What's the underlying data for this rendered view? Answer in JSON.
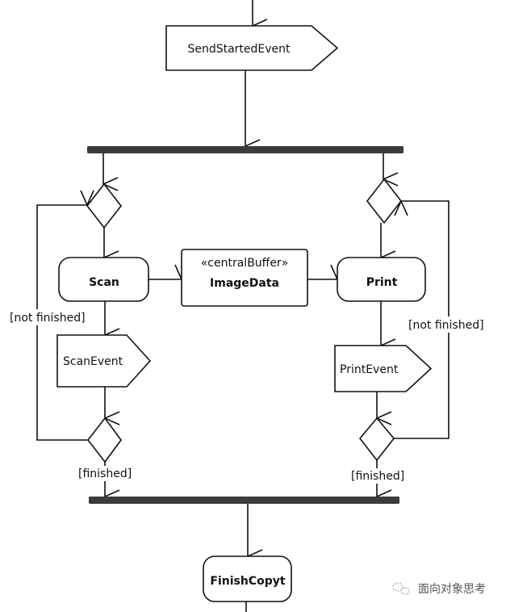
{
  "diagram": {
    "type": "UML activity diagram",
    "nodes": {
      "send_started_event": {
        "label": "SendStartedEvent",
        "kind": "send-signal"
      },
      "fork": {
        "kind": "fork"
      },
      "scan_merge": {
        "kind": "merge"
      },
      "scan": {
        "label": "Scan",
        "kind": "action"
      },
      "image_data": {
        "stereotype": "«centralBuffer»",
        "label": "ImageData",
        "kind": "central-buffer"
      },
      "print_merge": {
        "kind": "merge"
      },
      "print": {
        "label": "Print",
        "kind": "action"
      },
      "scan_event": {
        "label": "ScanEvent",
        "kind": "send-signal"
      },
      "scan_decision": {
        "kind": "decision"
      },
      "print_event": {
        "label": "PrintEvent",
        "kind": "send-signal"
      },
      "print_decision": {
        "kind": "decision"
      },
      "join": {
        "kind": "join"
      },
      "finish_copy": {
        "label": "FinishCopyt",
        "kind": "action"
      }
    },
    "guards": {
      "scan_not_finished": "[not finished]",
      "scan_finished": "[finished]",
      "print_not_finished": "[not finished]",
      "print_finished": "[finished]"
    },
    "edges": [
      {
        "from": "start",
        "to": "send_started_event"
      },
      {
        "from": "send_started_event",
        "to": "fork"
      },
      {
        "from": "fork",
        "to": "scan_merge"
      },
      {
        "from": "fork",
        "to": "print_merge"
      },
      {
        "from": "scan_merge",
        "to": "scan"
      },
      {
        "from": "scan",
        "to": "image_data"
      },
      {
        "from": "image_data",
        "to": "print"
      },
      {
        "from": "print_merge",
        "to": "print"
      },
      {
        "from": "scan",
        "to": "scan_event"
      },
      {
        "from": "scan_event",
        "to": "scan_decision"
      },
      {
        "from": "scan_decision",
        "to": "scan_merge",
        "guard": "[not finished]"
      },
      {
        "from": "scan_decision",
        "to": "join",
        "guard": "[finished]"
      },
      {
        "from": "print",
        "to": "print_event"
      },
      {
        "from": "print_event",
        "to": "print_decision"
      },
      {
        "from": "print_decision",
        "to": "print_merge",
        "guard": "[not finished]"
      },
      {
        "from": "print_decision",
        "to": "join",
        "guard": "[finished]"
      },
      {
        "from": "join",
        "to": "finish_copy"
      }
    ]
  },
  "watermark": {
    "text": "面向对象思考"
  },
  "colors": {
    "line": "#111111",
    "bar": "#3c3c3c",
    "fill": "#ffffff"
  }
}
